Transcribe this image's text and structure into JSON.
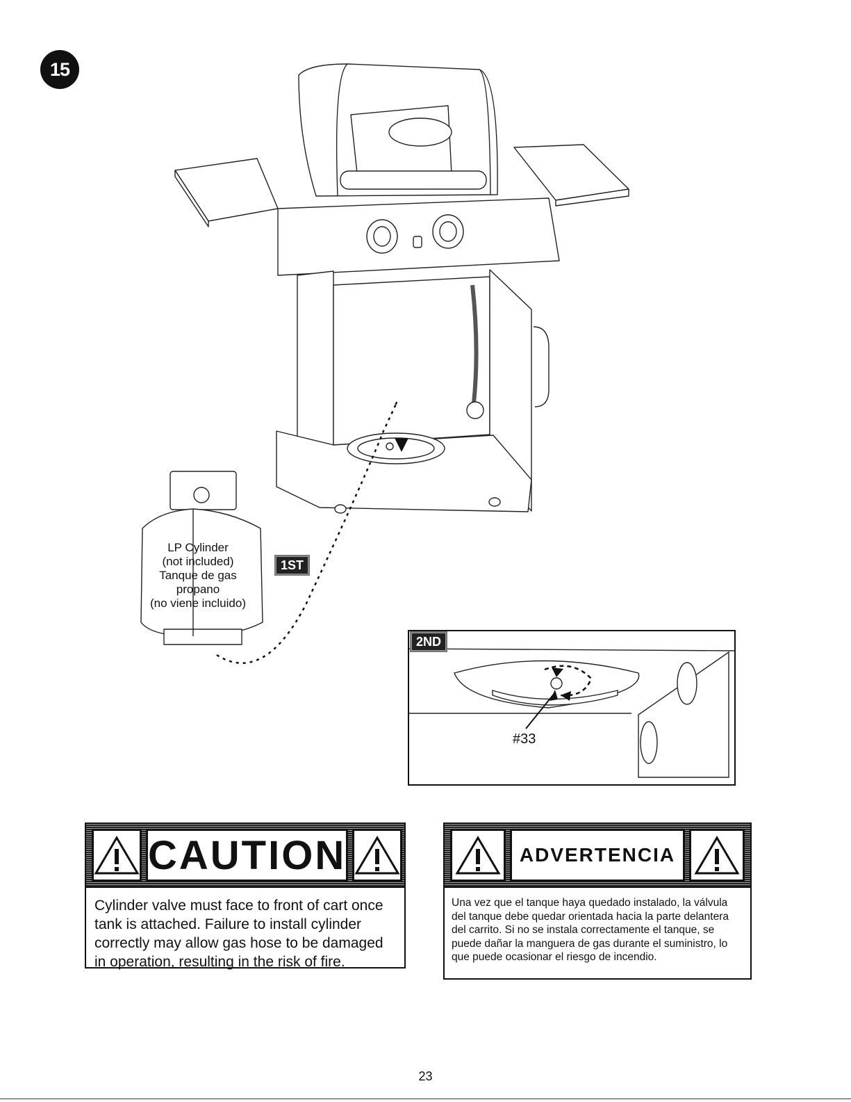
{
  "step": {
    "number": "15"
  },
  "figure": {
    "tag_first": "1ST",
    "tag_second": "2ND",
    "cylinder_label": [
      "LP Cylinder",
      "(not included)",
      "Tanque de gas",
      "propano",
      "(no viene incluido)"
    ],
    "part_callout": "#33"
  },
  "caution": {
    "title": "CAUTION",
    "text": "Cylinder valve must face to front of cart once tank is attached. Failure to install cylinder correctly may allow gas hose to be damaged in operation, resulting in the risk of fire."
  },
  "advertencia": {
    "title": "ADVERTENCIA",
    "text": "Una vez que el tanque haya quedado instalado, la válvula del tanque debe quedar orientada hacia la parte delantera del carrito. Si no se instala correctamente el tanque, se puede dañar la manguera de gas durante el suministro, lo que puede ocasionar el riesgo de incendio."
  },
  "footer": {
    "page_number": "23"
  },
  "colors": {
    "ink": "#111111",
    "warning_stripe": "#9a9a9a"
  }
}
